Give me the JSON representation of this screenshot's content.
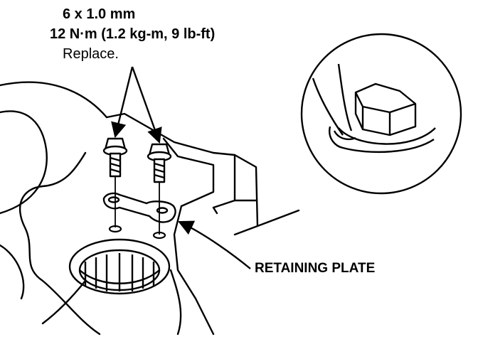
{
  "spec": {
    "size": "6 x 1.0 mm",
    "torque": "12 N·m (1.2 kg-m, 9 lb-ft)",
    "note": "Replace."
  },
  "part_label": "RETAINING PLATE",
  "colors": {
    "ink": "#000000",
    "paper": "#ffffff"
  }
}
